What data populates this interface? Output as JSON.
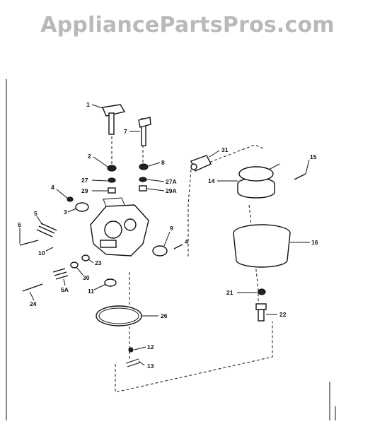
{
  "banner": {
    "text": "AppliancePartsPros.com"
  },
  "labels": [
    {
      "id": "1",
      "text": "1"
    },
    {
      "id": "7",
      "text": "7"
    },
    {
      "id": "2",
      "text": "2"
    },
    {
      "id": "8",
      "text": "8"
    },
    {
      "id": "27",
      "text": "27"
    },
    {
      "id": "27A",
      "text": "27A"
    },
    {
      "id": "29",
      "text": "29"
    },
    {
      "id": "29A",
      "text": "29A"
    },
    {
      "id": "31",
      "text": "31"
    },
    {
      "id": "15",
      "text": "15"
    },
    {
      "id": "14",
      "text": "14"
    },
    {
      "id": "4a",
      "text": "4"
    },
    {
      "id": "3",
      "text": "3"
    },
    {
      "id": "5",
      "text": "5"
    },
    {
      "id": "6",
      "text": "6"
    },
    {
      "id": "10",
      "text": "10"
    },
    {
      "id": "9",
      "text": "9"
    },
    {
      "id": "4b",
      "text": "4"
    },
    {
      "id": "16",
      "text": "16"
    },
    {
      "id": "23",
      "text": "23"
    },
    {
      "id": "30",
      "text": "30"
    },
    {
      "id": "5A",
      "text": "5A"
    },
    {
      "id": "11",
      "text": "11"
    },
    {
      "id": "24",
      "text": "24"
    },
    {
      "id": "21",
      "text": "21"
    },
    {
      "id": "22",
      "text": "22"
    },
    {
      "id": "26",
      "text": "26"
    },
    {
      "id": "12",
      "text": "12"
    },
    {
      "id": "13",
      "text": "13"
    }
  ]
}
